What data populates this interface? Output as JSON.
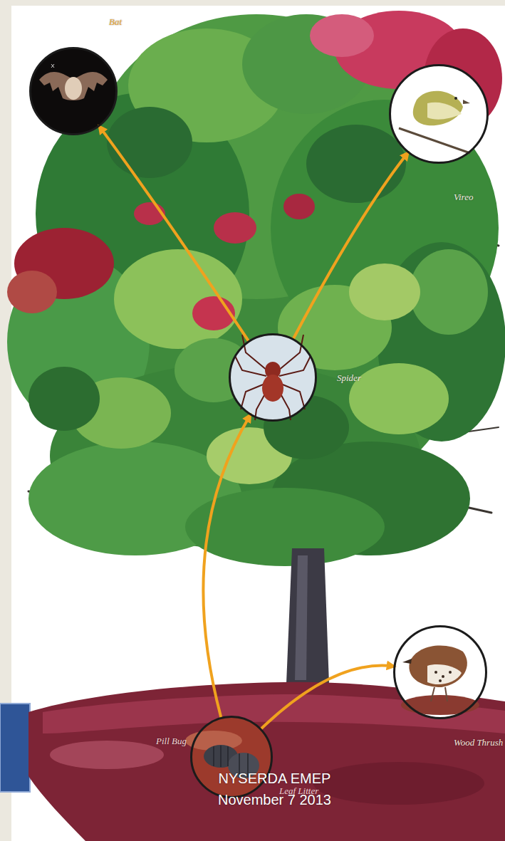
{
  "diagram": {
    "nodes": [
      {
        "text": [
          "Bat"
        ]
      },
      {
        "text": [
          "Vireo"
        ]
      },
      {
        "text": [
          "Spider"
        ]
      },
      {
        "text": [
          "Wood Thrush"
        ]
      },
      {
        "text": [
          "Pill Bug"
        ]
      }
    ],
    "edges": [
      {
        "from": 2,
        "to": 0,
        "arrow": "to"
      },
      {
        "from": 2,
        "to": 1,
        "arrow": "to"
      },
      {
        "from": 4,
        "to": 2,
        "arrow": "to"
      },
      {
        "from": 4,
        "to": 3,
        "arrow": "to"
      }
    ],
    "labels": [
      "Leaf Litter",
      "NYSERDA EMEP November 7 2013"
    ]
  }
}
